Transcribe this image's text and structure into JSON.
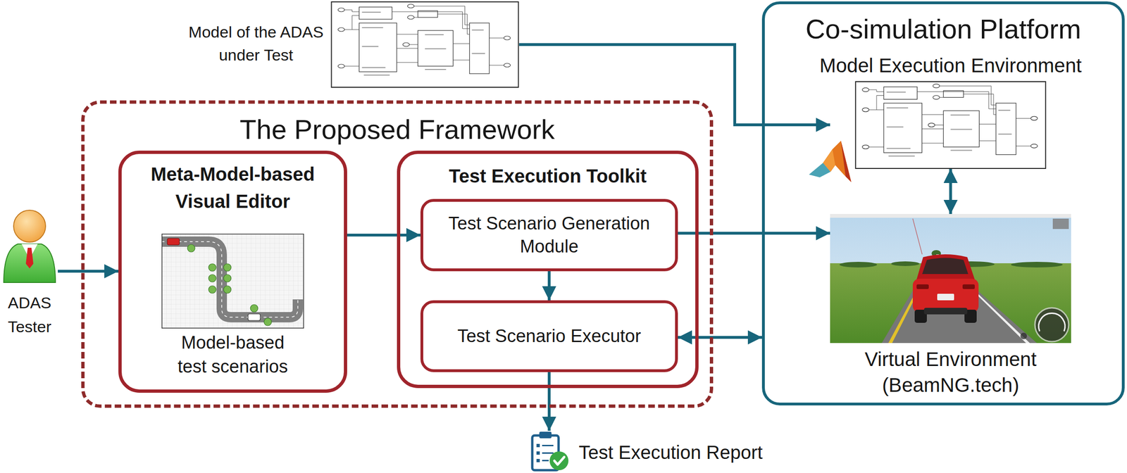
{
  "diagram": {
    "nodes": [
      {
        "text": [
          "ADAS Tester"
        ]
      },
      {
        "text": [
          "Model of the ADAS under Test"
        ]
      },
      {
        "text": [
          "The Proposed Framework"
        ]
      },
      {
        "text": [
          "Meta-Model-based Visual Editor",
          "Model-based test scenarios"
        ],
        "in": 2
      },
      {
        "text": [
          "Test Execution Toolkit"
        ],
        "in": 2
      },
      {
        "text": [
          "Test Scenario Generation Module"
        ],
        "in": 4
      },
      {
        "text": [
          "Test Scenario Executor"
        ],
        "in": 4
      },
      {
        "text": [
          "Co-simulation Platform"
        ]
      },
      {
        "text": [
          "Model Execution Environment"
        ],
        "in": 7
      },
      {
        "text": [
          "Virtual Environment (BeamNG.tech)"
        ],
        "in": 7
      },
      {
        "text": [
          "Test Execution Report"
        ]
      }
    ],
    "edges": [
      {
        "from": 0,
        "to": 3,
        "arrow": "to"
      },
      {
        "from": 1,
        "to": 8,
        "arrow": "to"
      },
      {
        "from": 3,
        "to": 5,
        "arrow": "to"
      },
      {
        "from": 5,
        "to": 9,
        "arrow": "to"
      },
      {
        "from": 5,
        "to": 6,
        "arrow": "to"
      },
      {
        "from": 6,
        "to": 7,
        "arrow": "both"
      },
      {
        "from": 6,
        "to": 10,
        "arrow": "to"
      },
      {
        "from": 8,
        "to": 9,
        "arrow": "both"
      }
    ]
  }
}
